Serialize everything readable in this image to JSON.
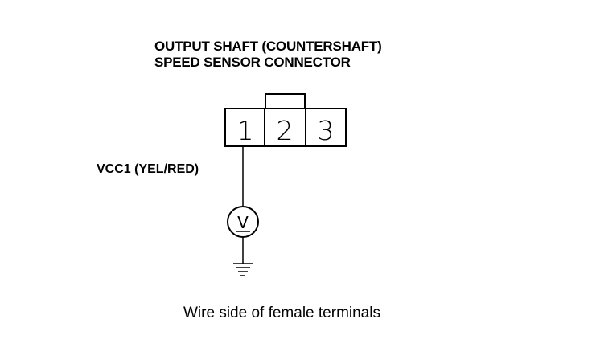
{
  "title": {
    "line1": "OUTPUT SHAFT (COUNTERSHAFT)",
    "line2": "SPEED SENSOR CONNECTOR"
  },
  "connector": {
    "pins": [
      "1",
      "2",
      "3"
    ]
  },
  "wire_label": "VCC1 (YEL/RED)",
  "meter_symbol": "V",
  "caption": "Wire side of female terminals"
}
